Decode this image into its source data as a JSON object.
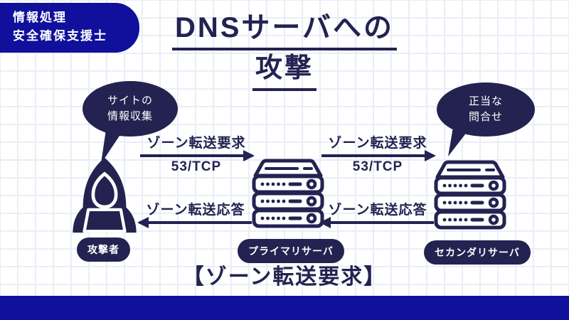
{
  "colors": {
    "navy": "#232250",
    "accent_blue": "#10109d",
    "grid_line": "#e9eef6",
    "background": "#ffffff",
    "text_on_dark": "#ffffff"
  },
  "badge": {
    "line1": "情報処理",
    "line2": "安全確保支援士"
  },
  "title": {
    "line1": "DNSサーバへの",
    "line2": "攻撃"
  },
  "bubbles": {
    "attacker": {
      "line1": "サイトの",
      "line2": "情報収集"
    },
    "secondary": {
      "line1": "正当な",
      "line2": "問合せ"
    }
  },
  "nodes": {
    "attacker": {
      "label": "攻撃者",
      "icon": "hacker-icon"
    },
    "primary": {
      "label": "プライマリサーバ",
      "icon": "server-rack-icon"
    },
    "secondary": {
      "label": "セカンダリサーバ",
      "icon": "server-rack-icon"
    }
  },
  "arrows": {
    "request1": {
      "label": "ゾーン転送要求",
      "sublabel": "53/TCP",
      "from": "attacker",
      "to": "primary",
      "direction": "right"
    },
    "request2": {
      "label": "ゾーン転送要求",
      "sublabel": "53/TCP",
      "from": "primary",
      "to": "secondary",
      "direction": "right"
    },
    "response1": {
      "label": "ゾーン転送応答",
      "from": "primary",
      "to": "attacker",
      "direction": "left"
    },
    "response2": {
      "label": "ゾーン転送応答",
      "from": "secondary",
      "to": "primary",
      "direction": "left"
    }
  },
  "caption": "【ゾーン転送要求】"
}
